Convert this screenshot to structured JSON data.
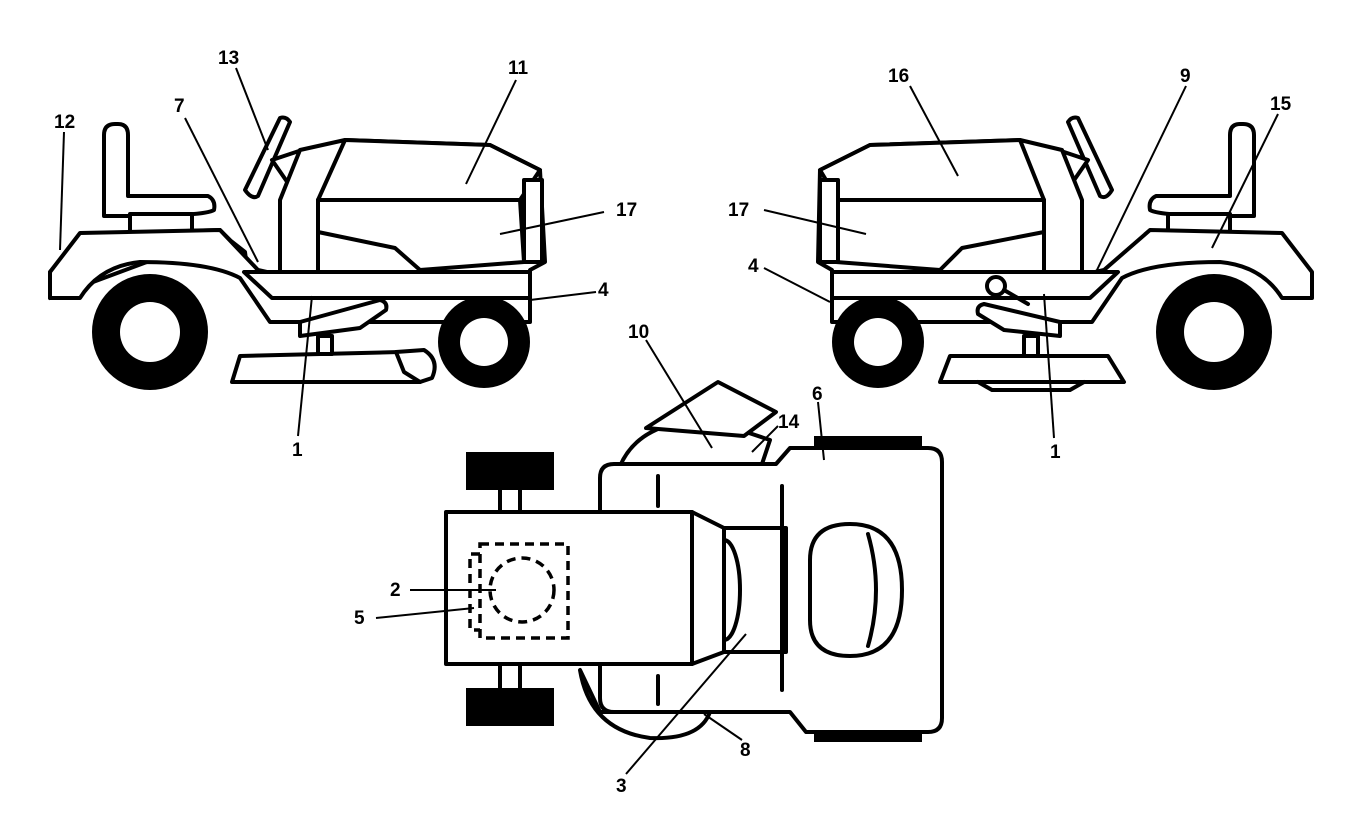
{
  "callouts": {
    "left": [
      "13",
      "12",
      "7",
      "11",
      "17",
      "4",
      "1"
    ],
    "right": [
      "16",
      "9",
      "15",
      "17",
      "4",
      "1"
    ],
    "top": [
      "10",
      "14",
      "6",
      "2",
      "5",
      "3",
      "8"
    ]
  },
  "colors": {
    "ink": "#000000",
    "paper": "#ffffff"
  }
}
